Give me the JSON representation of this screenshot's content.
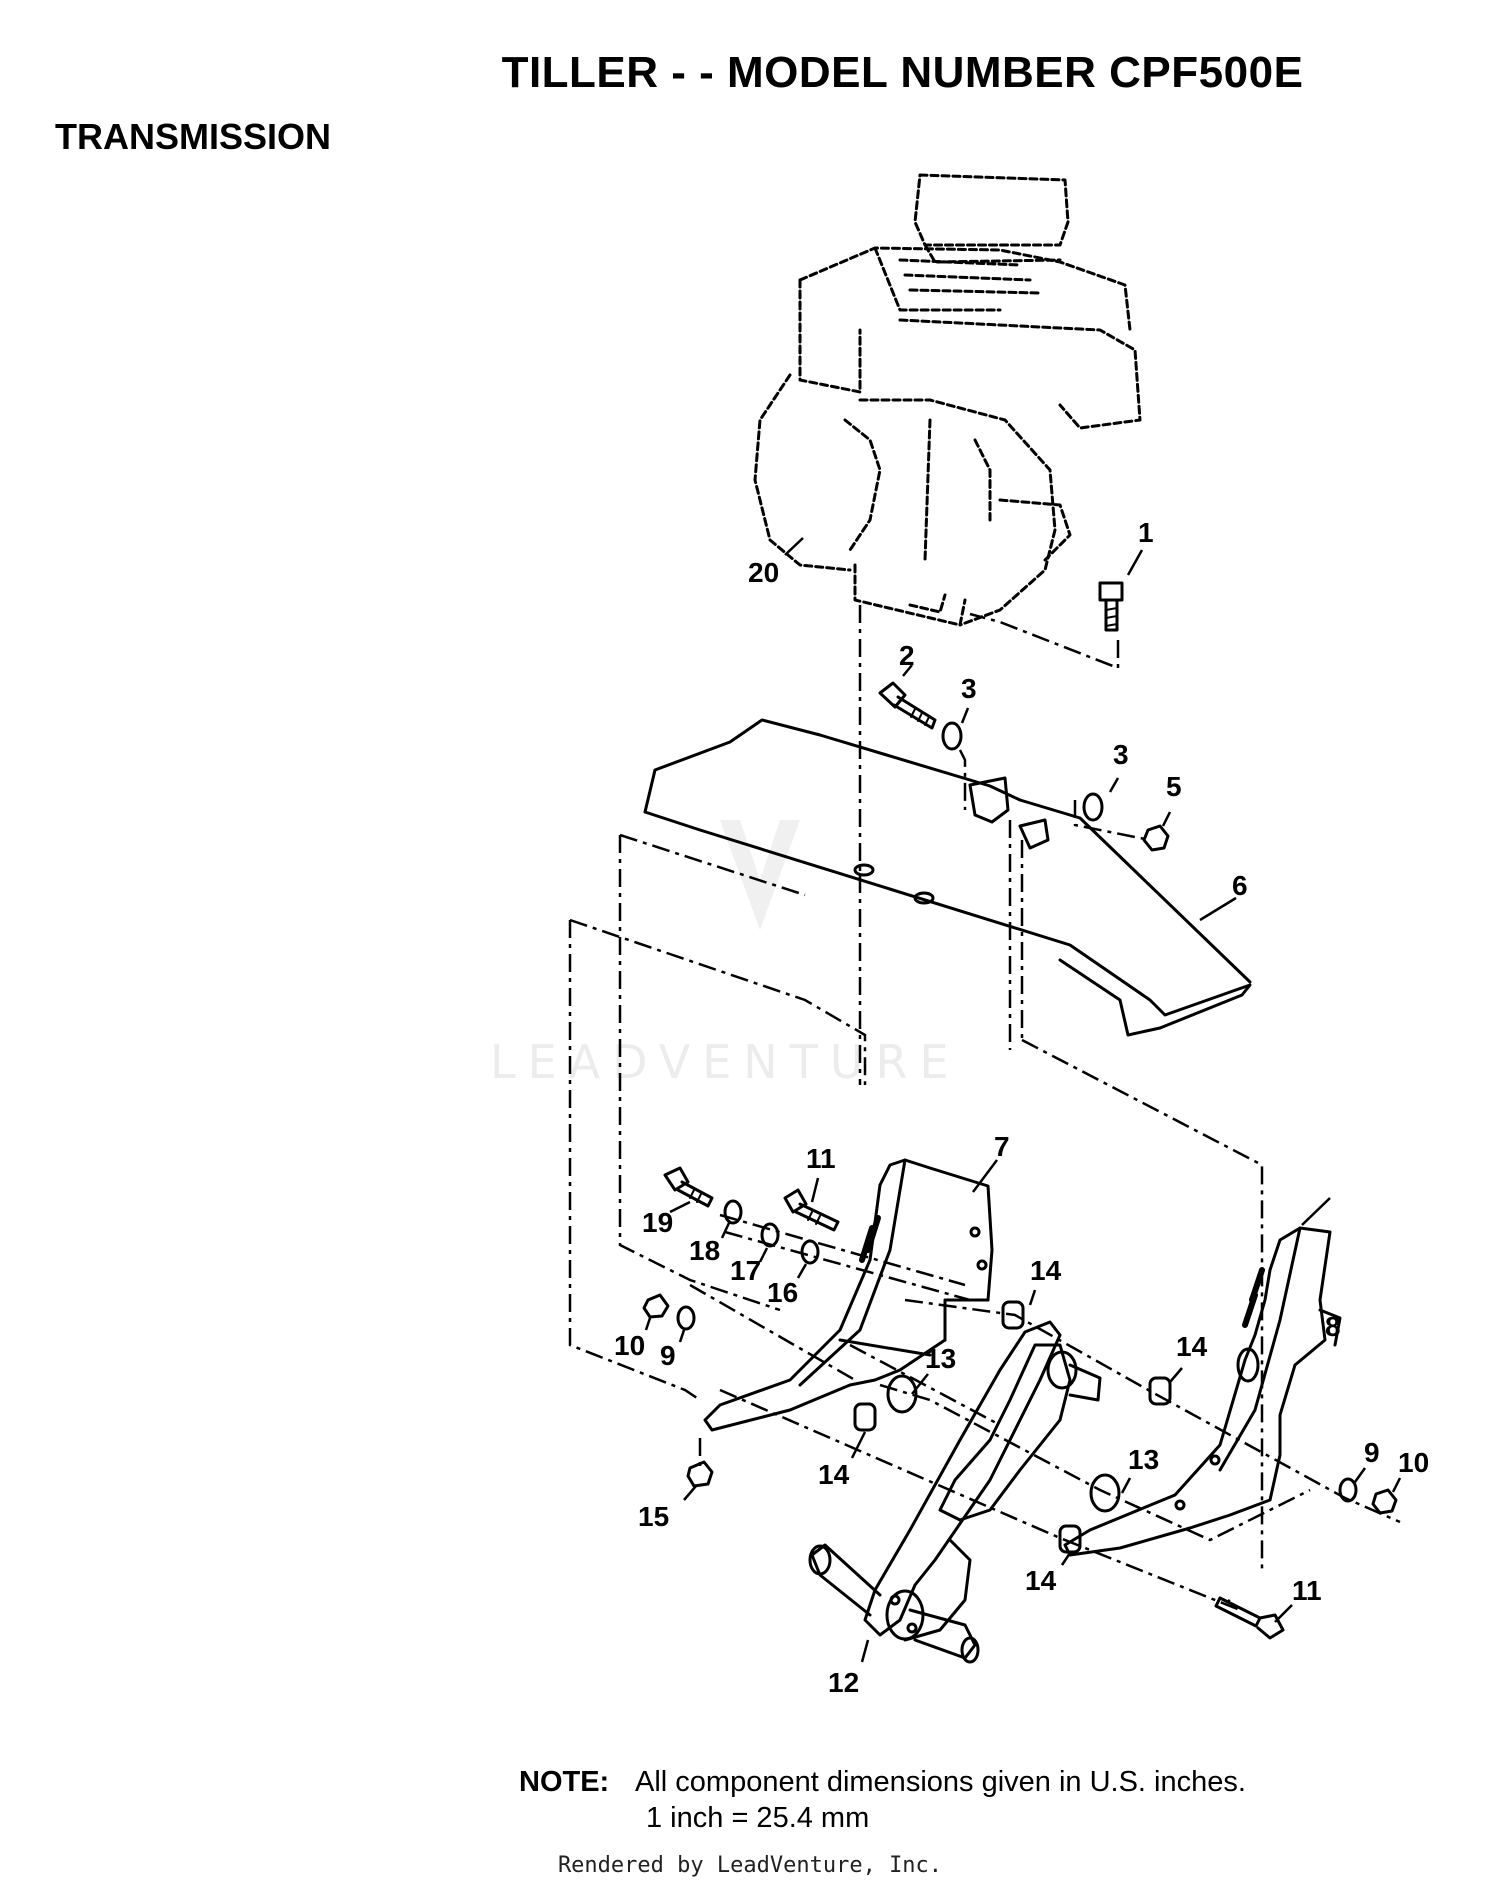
{
  "title": "TILLER - - MODEL NUMBER CPF500E",
  "section": "TRANSMISSION",
  "watermark": "LEADVENTURE",
  "callouts": {
    "c1": "1",
    "c2": "2",
    "c3a": "3",
    "c3b": "3",
    "c5": "5",
    "c6": "6",
    "c7": "7",
    "c8": "8",
    "c9a": "9",
    "c9b": "9",
    "c10a": "10",
    "c10b": "10",
    "c11a": "11",
    "c11b": "11",
    "c12": "12",
    "c13a": "13",
    "c13b": "13",
    "c14a": "14",
    "c14b": "14",
    "c14c": "14",
    "c14d": "14",
    "c15": "15",
    "c16": "16",
    "c17": "17",
    "c18": "18",
    "c19": "19",
    "c20": "20"
  },
  "note": {
    "label": "NOTE:",
    "line1": "All component dimensions given in U.S. inches.",
    "line2": "1 inch = 25.4 mm"
  },
  "footer": "Rendered by LeadVenture, Inc."
}
